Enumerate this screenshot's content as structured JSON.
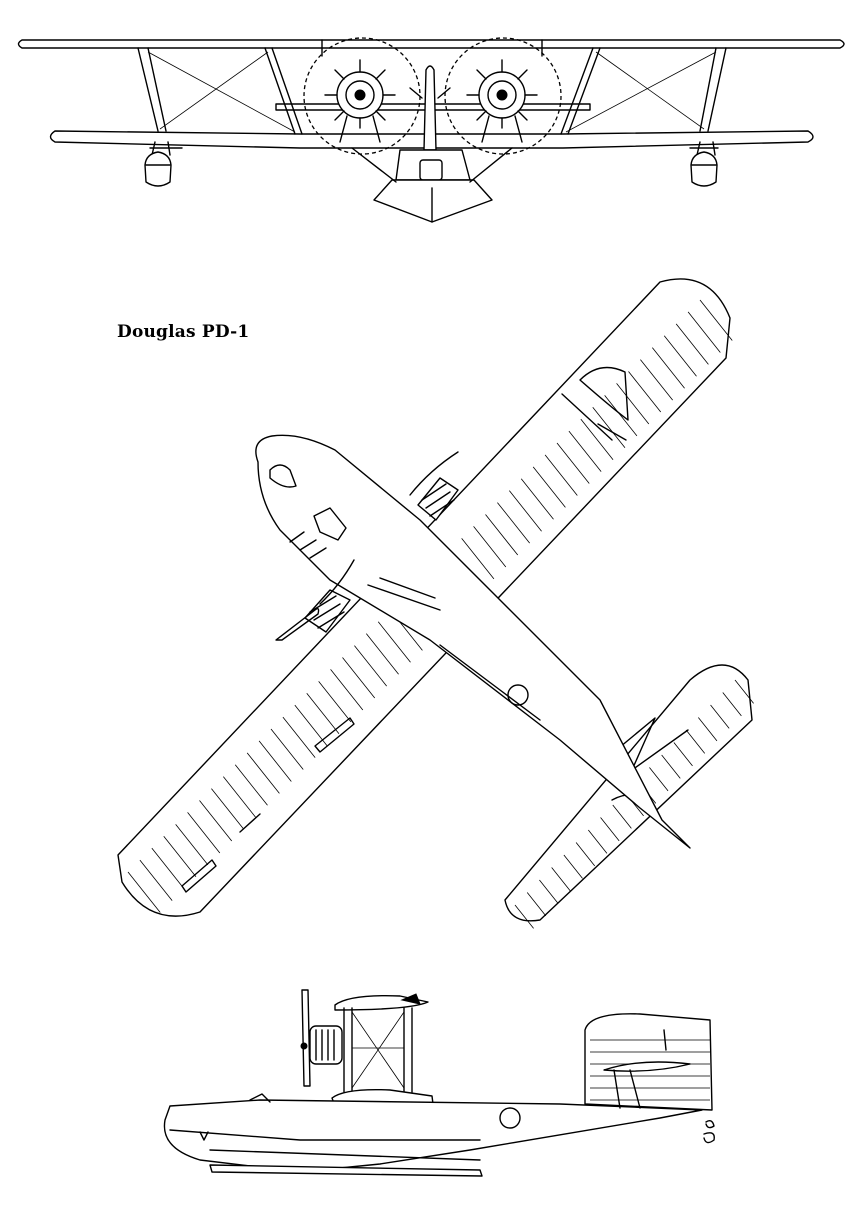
{
  "caption": "Douglas PD-1",
  "views": [
    "front-view",
    "top-view",
    "side-view"
  ]
}
